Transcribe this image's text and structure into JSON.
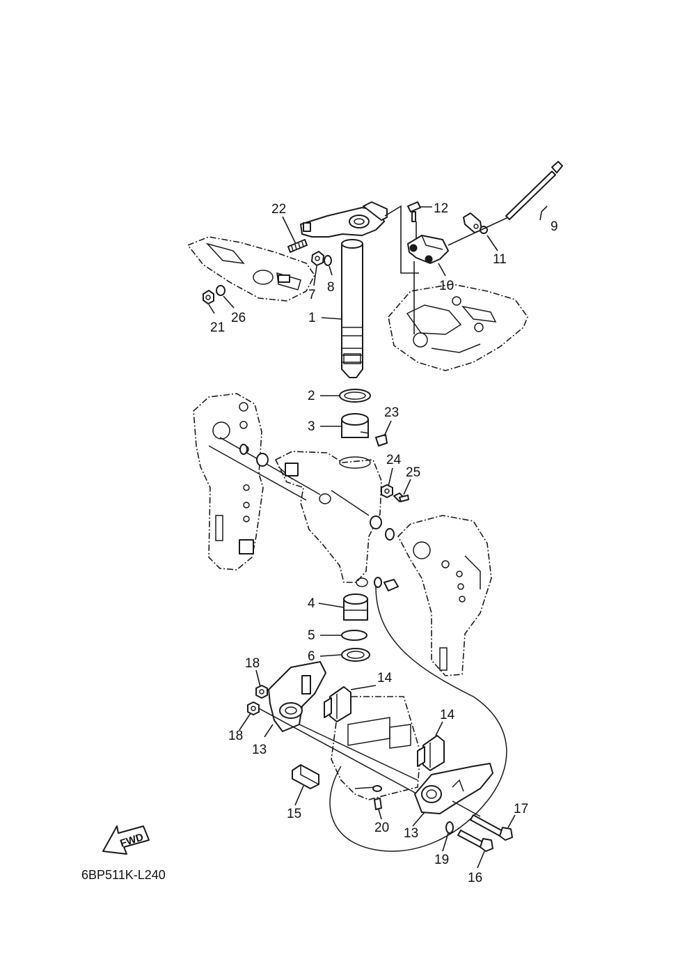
{
  "diagram": {
    "code": "6BP511K-L240",
    "fwd_label": "FWD",
    "callouts": {
      "1": "1",
      "2": "2",
      "3": "3",
      "4": "4",
      "5": "5",
      "6": "6",
      "7": "7",
      "8": "8",
      "9": "9",
      "10": "10",
      "11": "11",
      "12": "12",
      "13a": "13",
      "13b": "13",
      "14a": "14",
      "14b": "14",
      "15": "15",
      "16": "16",
      "17": "17",
      "18a": "18",
      "18b": "18",
      "19": "19",
      "20": "20",
      "21": "21",
      "22": "22",
      "23": "23",
      "24": "24",
      "25": "25",
      "26": "26"
    }
  }
}
